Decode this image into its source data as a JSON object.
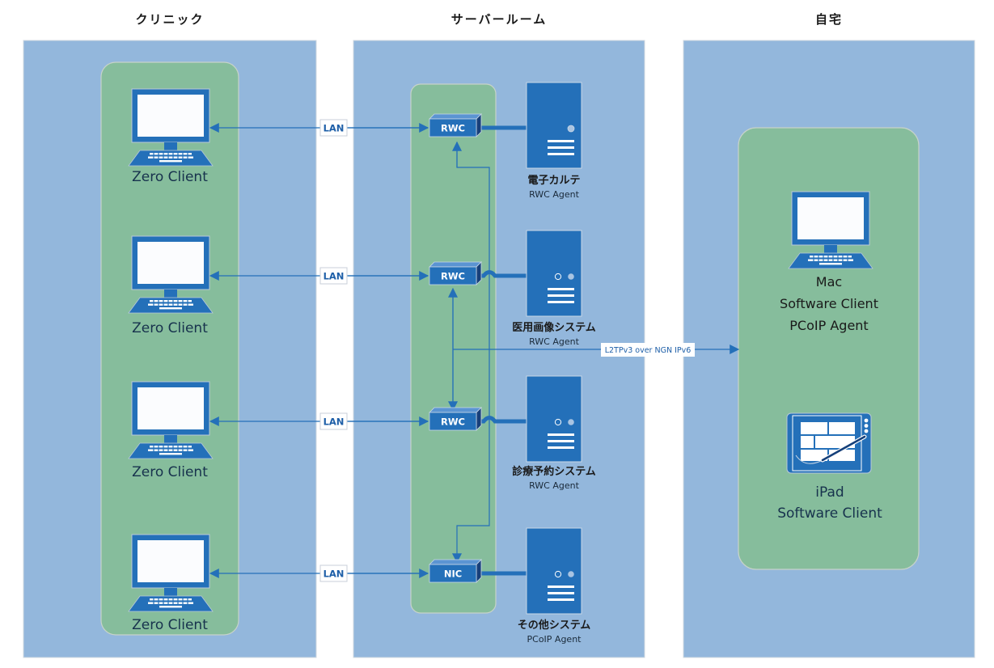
{
  "zones": [
    {
      "id": "clinic",
      "title": "クリニック"
    },
    {
      "id": "server_room",
      "title": "サーバールーム"
    },
    {
      "id": "home",
      "title": "自宅"
    }
  ],
  "clinic": {
    "clients": [
      {
        "label": "Zero Client",
        "link_label": "LAN"
      },
      {
        "label": "Zero Client",
        "link_label": "LAN"
      },
      {
        "label": "Zero Client",
        "link_label": "LAN"
      },
      {
        "label": "Zero Client",
        "link_label": "LAN"
      }
    ]
  },
  "server_room": {
    "cards": [
      {
        "label": "RWC"
      },
      {
        "label": "RWC"
      },
      {
        "label": "RWC"
      },
      {
        "label": "NIC"
      }
    ],
    "servers": [
      {
        "name": "電子カルテ",
        "agent": "RWC Agent"
      },
      {
        "name": "医用画像システム",
        "agent": "RWC Agent"
      },
      {
        "name": "診療予約システム",
        "agent": "RWC Agent"
      },
      {
        "name": "その他システム",
        "agent": "PCoIP Agent"
      }
    ]
  },
  "wan_link": {
    "label": "L2TPv3 over NGN IPv6"
  },
  "home": {
    "devices": [
      {
        "icon": "desktop-computer-icon",
        "lines": [
          "Mac",
          "Software Client",
          "PCoIP  Agent"
        ]
      },
      {
        "icon": "tablet-icon",
        "lines": [
          "iPad",
          "Software Client"
        ]
      }
    ]
  },
  "colors": {
    "zone_bg": "#93b7dc",
    "group_bg": "#86bd9c",
    "device_blue": "#2470b9",
    "line_blue": "#2470b9",
    "label_dark": "#17324d"
  }
}
